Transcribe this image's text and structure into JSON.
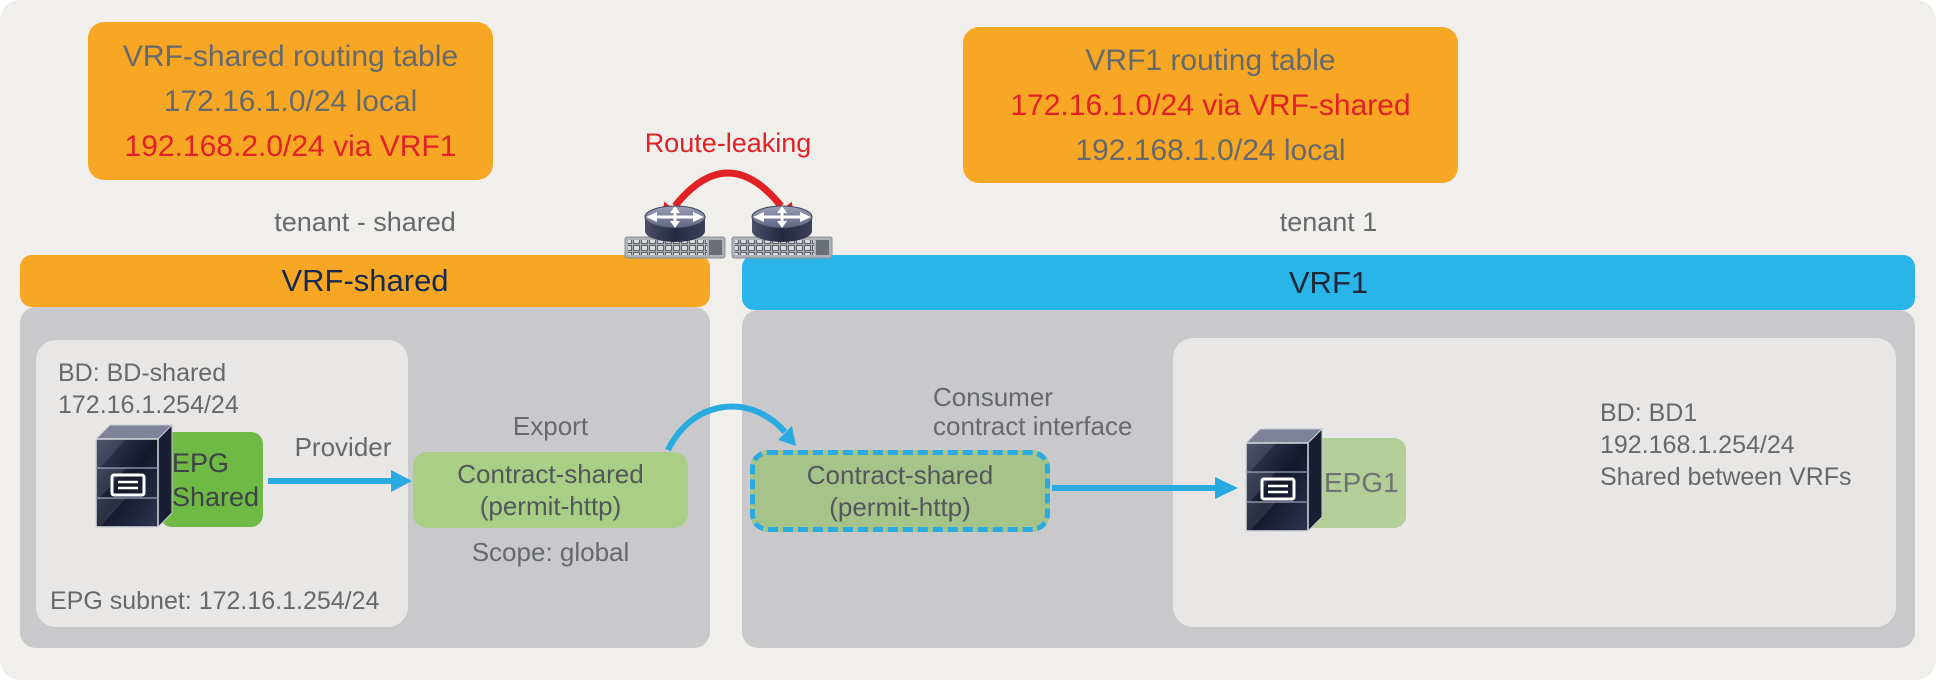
{
  "left_callout": {
    "line1": "VRF-shared routing table",
    "line2": "172.16.1.0/24 local",
    "line3": "192.168.2.0/24 via VRF1"
  },
  "right_callout": {
    "line1": "VRF1 routing table",
    "line2": "172.16.1.0/24 via VRF-shared",
    "line3": "192.168.1.0/24 local"
  },
  "route_leaking": {
    "label": "Route-leaking"
  },
  "left_section": {
    "tenant_label": "tenant - shared",
    "vrf_title": "VRF-shared",
    "bd": {
      "line1": "BD: BD-shared",
      "line2": "172.16.1.254/24"
    },
    "epg": {
      "line1": "EPG",
      "line2": "Shared"
    },
    "epg_subnet": "EPG subnet: 172.16.1.254/24",
    "provider_label": "Provider",
    "export_label": "Export",
    "contract": {
      "line1": "Contract-shared",
      "line2": "(permit-http)"
    },
    "scope_label": "Scope: global"
  },
  "right_section": {
    "tenant_label": "tenant 1",
    "vrf_title": "VRF1",
    "consumer_label": {
      "line1": "Consumer",
      "line2": "contract interface"
    },
    "contract": {
      "line1": "Contract-shared",
      "line2": "(permit-http)"
    },
    "epg_label": "EPG1",
    "bd": {
      "line1": "BD: BD1",
      "line2": "192.168.1.254/24",
      "line3": "Shared between VRFs"
    }
  },
  "icons": {
    "router_left": "router-on-switch-icon",
    "router_right": "router-on-switch-icon",
    "server_left": "server-stack-icon",
    "server_right": "server-stack-icon"
  },
  "colors": {
    "orange": "#F7A723",
    "cyan": "#29B5E8",
    "green_bright": "#6FBA44",
    "green_light": "#A8CF85",
    "green_muted": "#A6C389",
    "green_pale": "#B4CE97",
    "arrow_blue": "#29ABE2",
    "red": "#E02226",
    "text_gray": "#66696C",
    "navy": "#16294F"
  }
}
